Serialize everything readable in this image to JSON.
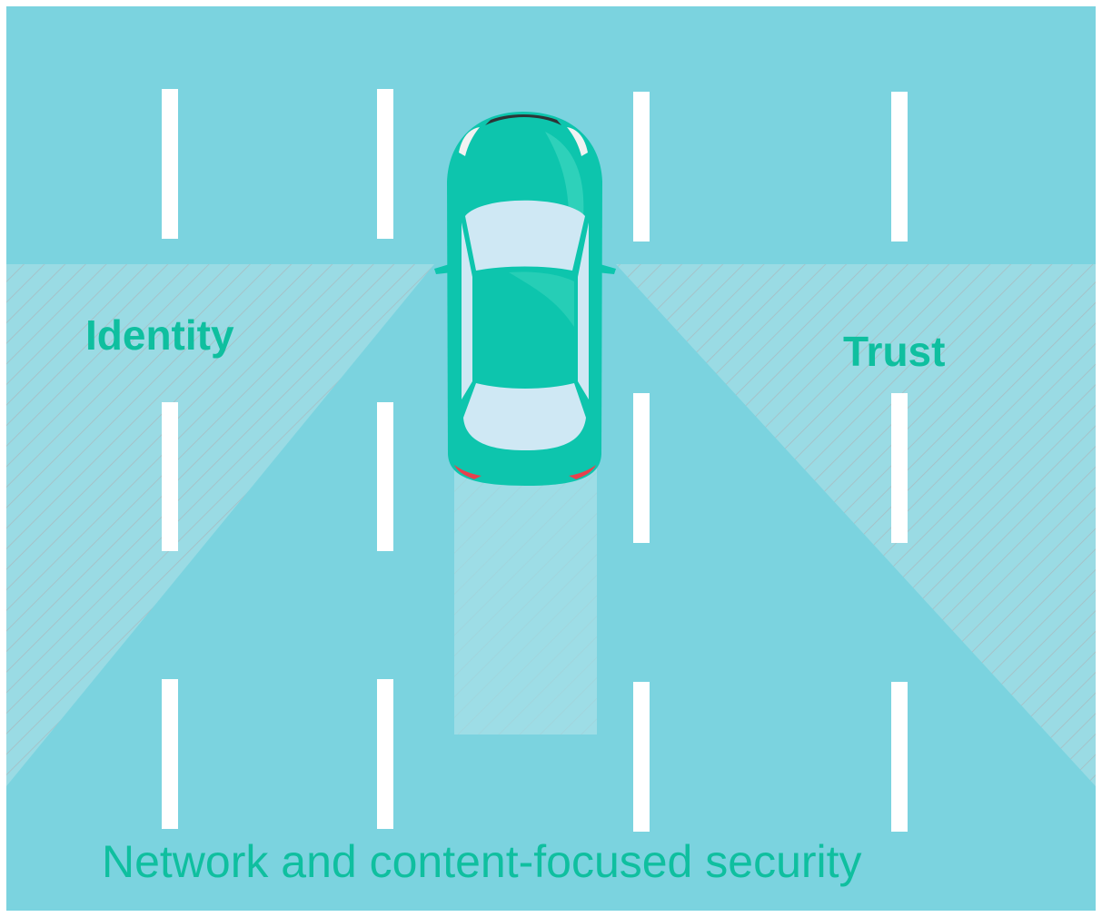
{
  "labels": {
    "identity": "Identity",
    "trust": "Trust",
    "caption": "Network and content-focused security"
  },
  "colors": {
    "road": "#7bd3df",
    "hatch_band": "#9adbe4",
    "hatch_line": "#a8bdc3",
    "shadow": "#b2e4ea",
    "lane_marker": "#ffffff",
    "car_body": "#0dc5ad",
    "car_body_light": "#37d3bd",
    "glass": "#cfe8f4",
    "text_accent": "#0fbf9f",
    "tail_light": "#e8414e",
    "head_light": "#f2f2f2",
    "bumper": "#2d3436",
    "border": "#ffffff"
  },
  "icons": [
    "car-icon"
  ]
}
